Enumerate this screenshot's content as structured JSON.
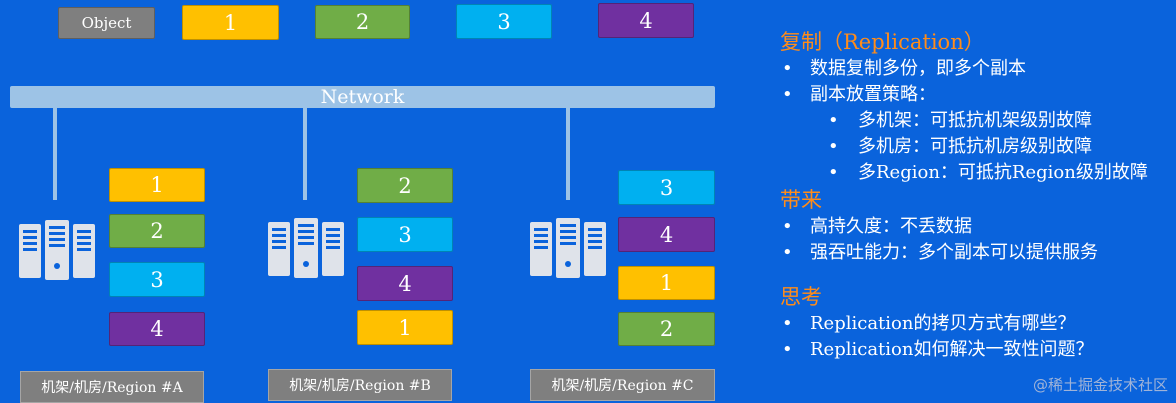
{
  "objects": [
    {
      "label": "Object",
      "color": "gray"
    },
    {
      "label": "1",
      "color": "yellow"
    },
    {
      "label": "2",
      "color": "green"
    },
    {
      "label": "3",
      "color": "cyan"
    },
    {
      "label": "4",
      "color": "purple"
    }
  ],
  "network": {
    "label": "Network"
  },
  "racks": [
    {
      "label": "机架/机房/Region #A",
      "replicas": [
        "1",
        "2",
        "3",
        "4"
      ]
    },
    {
      "label": "机架/机房/Region #B",
      "replicas": [
        "2",
        "3",
        "4",
        "1"
      ]
    },
    {
      "label": "机架/机房/Region #C",
      "replicas": [
        "3",
        "4",
        "1",
        "2"
      ]
    }
  ],
  "colors": {
    "background": "#0a63dc",
    "yellow": "#ffc000",
    "green": "#70ad47",
    "cyan": "#00b0f0",
    "purple": "#7030a0",
    "gray": "#7f7f7f",
    "network": "#9dc3e6",
    "heading": "#ff8c1a"
  },
  "text": {
    "replication_heading": "复制（Replication）",
    "replication_bullets": [
      "数据复制多份，即多个副本",
      "副本放置策略："
    ],
    "placement_sub": [
      "多机架：可抵抗机架级别故障",
      "多机房：可抵抗机房级别故障",
      "多Region：可抵抗Region级别故障"
    ],
    "benefits_heading": "带来",
    "benefits_bullets": [
      "高持久度：不丢数据",
      "强吞吐能力：多个副本可以提供服务"
    ],
    "thinking_heading": "思考",
    "thinking_bullets": [
      "Replication的拷贝方式有哪些？",
      "Replication如何解决一致性问题？"
    ]
  },
  "watermark": "@稀土掘金技术社区"
}
